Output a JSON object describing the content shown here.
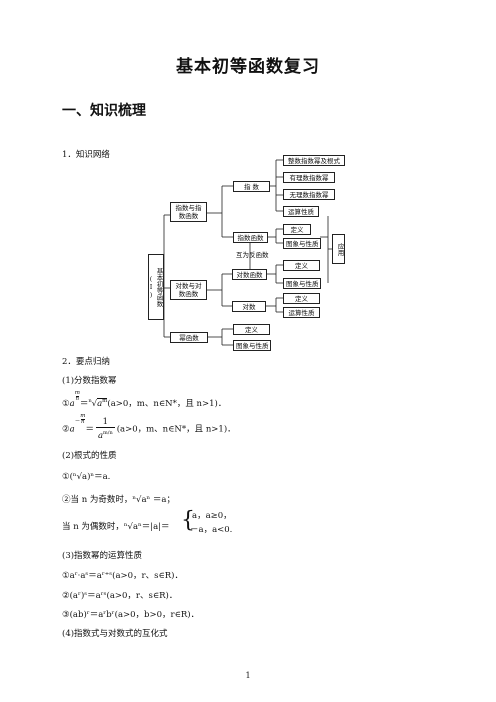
{
  "title": "基本初等函数复习",
  "section1": "一、知识梳理",
  "item1": "1．知识网络",
  "diagram": {
    "root": "基本初等函数(Ⅰ)",
    "exp_group": "指数与指数函数",
    "log_group": "对数与对数函数",
    "power": "幂函数",
    "zhishu": "指 数",
    "zhishuhanshu": "指数函数",
    "duishuhanshu": "对数函数",
    "duishu": "对数",
    "inverse": "互为反函数",
    "app": "应用",
    "int_power": "整数指数幂及根式",
    "rational_power": "有理数指数幂",
    "irrational_power": "无理数指数幂",
    "ops": "运算性质",
    "def": "定义",
    "graph_props": "图象与性质",
    "log_ops": "运算性质"
  },
  "item2": "2．要点归纳",
  "p1_head": "(1)分数指数幂",
  "f1_circ": "①",
  "f1_base": "a",
  "f1_exp_n": "m",
  "f1_exp_d": "n",
  "f1_eq": "＝",
  "f1_root_idx": "n",
  "f1_radicand": "a",
  "f1_radicand_exp": "m",
  "f1_cond": "(a>0，m、n∈N*，且 n>1)．",
  "f2_circ": "②",
  "f2_base": "a",
  "f2_exp": "－",
  "f2_eq": "＝",
  "f2_frac_num": "1",
  "f2_frac_den": "a",
  "f2_cond": "(a>0，m、n∈N*，且 n>1)．",
  "p2_head": "(2)根式的性质",
  "r1": "①(ⁿ√a)ⁿ＝a.",
  "r2": "②当 n 为奇数时，ⁿ√aⁿ ＝a；",
  "r3_lead": "当 n 为偶数时，ⁿ√aⁿ＝|a|＝",
  "r3_case1": "a，a≥0，",
  "r3_case2": "－a，a<0.",
  "p3_head": "(3)指数幂的运算性质",
  "e1": "①aʳ·aˢ＝aʳ⁺ˢ(a>0，r、s∈R)．",
  "e2": "②(aʳ)ˢ＝aʳˢ(a>0，r、s∈R)．",
  "e3": "③(ab)ʳ＝aʳbʳ(a>0，b>0，r∈R)．",
  "p4_head": "(4)指数式与对数式的互化式",
  "page_number": "1"
}
